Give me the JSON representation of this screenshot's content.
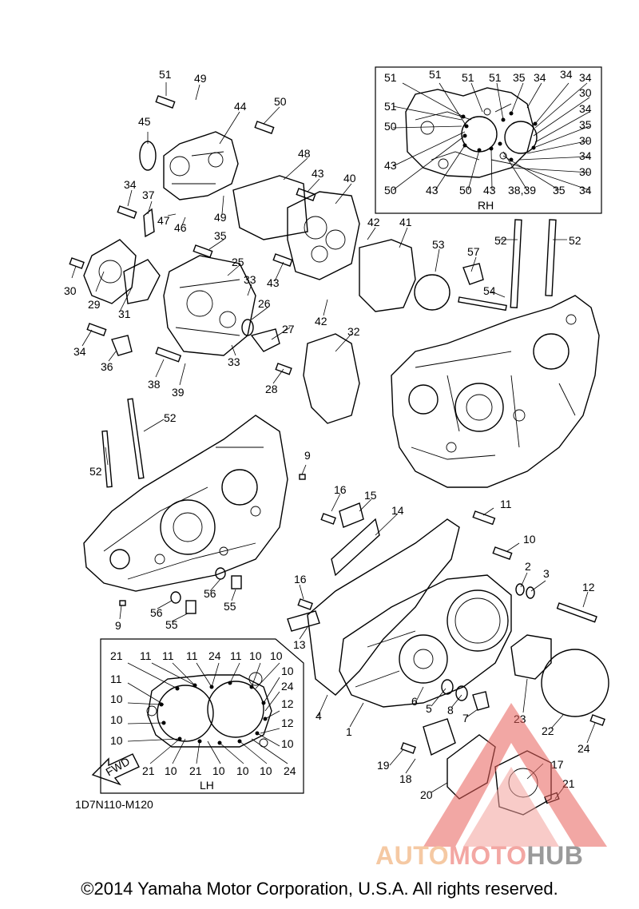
{
  "diagram_code": "1D7N110-M120",
  "inset_rh_label": "RH",
  "inset_lh_label": "LH",
  "fwd_label": "FWD",
  "copyright": "©2014 Yamaha Motor Corporation, U.S.A. All rights reserved.",
  "watermark": {
    "part1": "AUTO",
    "part2": "MOTO",
    "part3": "HUB"
  },
  "callouts": {
    "main": [
      "51",
      "49",
      "44",
      "50",
      "45",
      "34",
      "37",
      "47",
      "46",
      "49",
      "48",
      "43",
      "40",
      "42",
      "41",
      "35",
      "30",
      "29",
      "31",
      "25",
      "33",
      "43",
      "26",
      "34",
      "36",
      "27",
      "33",
      "28",
      "38",
      "39",
      "42",
      "32",
      "53",
      "57",
      "52",
      "52",
      "54",
      "52",
      "52",
      "9",
      "16",
      "15",
      "14",
      "11",
      "10",
      "2",
      "3",
      "12",
      "56",
      "55",
      "16",
      "13",
      "56",
      "55",
      "9",
      "4",
      "1",
      "6",
      "5",
      "8",
      "7",
      "23",
      "22",
      "24",
      "19",
      "18",
      "17",
      "21",
      "20"
    ],
    "rh_inset": [
      "51",
      "51",
      "51",
      "51",
      "35",
      "34",
      "34",
      "34",
      "51",
      "30",
      "50",
      "34",
      "35",
      "30",
      "43",
      "34",
      "30",
      "50",
      "43",
      "50",
      "43",
      "38,39",
      "35",
      "34"
    ],
    "lh_inset": [
      "21",
      "11",
      "11",
      "11",
      "24",
      "11",
      "10",
      "10",
      "11",
      "10",
      "24",
      "10",
      "12",
      "10",
      "12",
      "10",
      "10",
      "21",
      "10",
      "21",
      "10",
      "10",
      "10",
      "24"
    ]
  }
}
